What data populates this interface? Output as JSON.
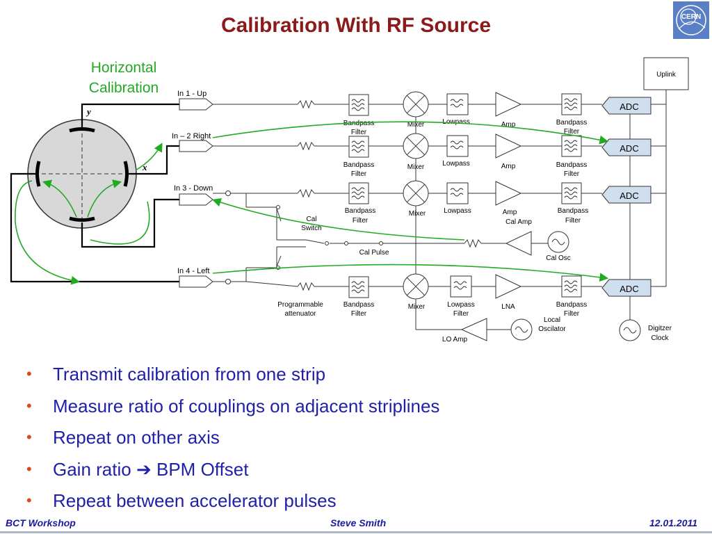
{
  "slide": {
    "title": "Calibration With RF Source",
    "logo_text": "CERN"
  },
  "diagram": {
    "section_label_line1": "Horizontal",
    "section_label_line2": "Calibration",
    "axis_y": "y",
    "axis_x": "x",
    "inputs": [
      "In 1 - Up",
      "In – 2 Right",
      "In 3 - Down",
      "In 4 - Left"
    ],
    "bandpass_line1": "Bandpass",
    "filter": "Filter",
    "mixer": "Mixer",
    "lowpass": "Lowpass",
    "amp": "Amp",
    "lna": "LNA",
    "adc": "ADC",
    "uplink": "Uplink",
    "cal_amp": "Cal Amp",
    "cal_switch_line1": "Cal",
    "cal_switch_line2": "Switch",
    "cal_pulse": "Cal Pulse",
    "cal_osc": "Cal Osc",
    "prog_att_line1": "Programmable",
    "prog_att_line2": "attenuator",
    "local_osc_line1": "Local",
    "local_osc_line2": "Oscilator",
    "lo_amp": "LO Amp",
    "digitizer_line1": "Digitzer",
    "digitizer_line2": "Clock",
    "colors": {
      "title": "#8b1a1a",
      "bullet_text": "#1f1fa8",
      "calibration_arrows": "#22aa22",
      "adc_fill": "#d0dff0",
      "section_label": "#22aa22"
    }
  },
  "bullets": [
    "Transmit calibration from one strip",
    "Measure ratio of couplings on adjacent striplines",
    "Repeat on other axis",
    "Gain ratio",
    "Repeat between accelerator pulses"
  ],
  "bullet4_suffix": "BPM Offset",
  "bullet_marker": "•",
  "arrow_icon": "➔",
  "footer": {
    "left": "BCT Workshop",
    "center": "Steve Smith",
    "right": "12.01.2011"
  }
}
